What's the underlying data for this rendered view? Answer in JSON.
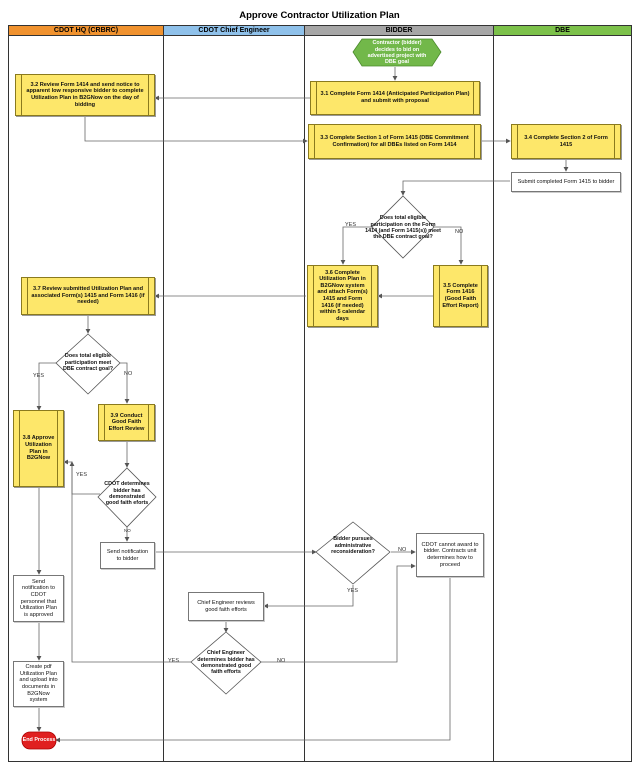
{
  "title": "Approve Contractor Utilization Plan",
  "lanes": [
    {
      "label": "CDOT HQ (CRBRC)",
      "color": "#f0922e"
    },
    {
      "label": "CDOT Chief Engineer",
      "color": "#8fc1ea"
    },
    {
      "label": "BIDDER",
      "color": "#a6a6a6"
    },
    {
      "label": "DBE",
      "color": "#7cc14a"
    }
  ],
  "nodes": {
    "start": "Contractor (bidder) decides to bid on advertised project with DBE goal",
    "s31": "3.1 Complete Form 1414 (Anticipated Participation Plan) and submit with proposal",
    "s32": "3.2 Review Form 1414 and send notice to apparent low responsive bidder to complete Utilization Plan in B2GNow on the day of bidding",
    "s33": "3.3 Complete Section 1 of Form 1415 (DBE Commitment Confirmation) for all DBEs listed on Form 1414",
    "s34": "3.4 Complete Section 2 of Form 1415",
    "submit1415": "Submit completed Form 1415 to bidder",
    "d_total_bidder": "Does total eligible participation on the Form 1414 (and Form 1415(s)) meet the DBE contract goal?",
    "s35": "3.5 Complete Form 1416 (Good Faith Effort Report)",
    "s36": "3.6 Complete Utilization Plan in B2GNow system and attach Form(s) 1415 and Form 1416 (if needed) within 5 calendar days",
    "s37": "3.7 Review submitted Utilization Plan and associated Form(s) 1415 and Form 1416 (if needed)",
    "d_total_hq": "Does total eligible participation meet DBE contract goal?",
    "s38": "3.8 Approve Utilization Plan in B2GNow",
    "s39": "3.9 Conduct Good Faith Effort Review",
    "d_gfe_hq": "CDOT determines bidder has demonstrated good faith eforts",
    "send_notif_bidder": "Send notification to bidder",
    "send_notif_cdot": "Send notification to CDOT personnel that Utilization Plan is approved",
    "create_pdf": "Create pdf Utilization Plan and upload into documents in B2GNow system",
    "end": "End Process",
    "d_recon": "Bidder pursues administrative reconsideration?",
    "cannot_award": "CDOT cannot award to bidder. Contracts unit determines how to proceed",
    "ce_review": "Chief Engineer reviews good faith efforts",
    "d_ce": "Chief Engineer determines bidder has demonstrated good faith efforts"
  },
  "edge_labels": {
    "yes": "YES",
    "no": "NO"
  }
}
